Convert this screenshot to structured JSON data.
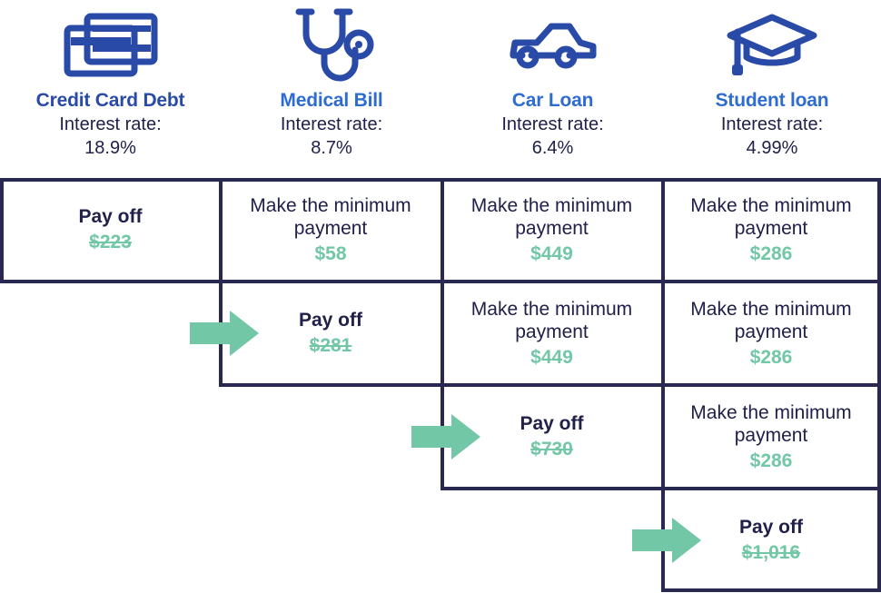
{
  "colors": {
    "accent_blue": "#2f6cd0",
    "dark_blue": "#2a4aa8",
    "navy_text": "#20204a",
    "green": "#72c7a7",
    "border": "#282850"
  },
  "headers": [
    {
      "icon": "credit-cards-icon",
      "title": "Credit Card Debt",
      "rate_label": "Interest rate:",
      "rate": "18.9%"
    },
    {
      "icon": "stethoscope-icon",
      "title": "Medical Bill",
      "rate_label": "Interest rate:",
      "rate": "8.7%"
    },
    {
      "icon": "car-icon",
      "title": "Car Loan",
      "rate_label": "Interest rate:",
      "rate": "6.4%"
    },
    {
      "icon": "graduation-cap-icon",
      "title": "Student loan",
      "rate_label": "Interest rate:",
      "rate": "4.99%"
    }
  ],
  "rows": [
    {
      "cells": [
        {
          "col": 0,
          "type": "payoff",
          "label": "Pay off",
          "amount": "$223",
          "struck": true
        },
        {
          "col": 1,
          "type": "minimum",
          "label": "Make the minimum payment",
          "amount": "$58",
          "struck": false
        },
        {
          "col": 2,
          "type": "minimum",
          "label": "Make the minimum payment",
          "amount": "$449",
          "struck": false
        },
        {
          "col": 3,
          "type": "minimum",
          "label": "Make the minimum payment",
          "amount": "$286",
          "struck": false
        }
      ]
    },
    {
      "cells": [
        {
          "col": 1,
          "type": "payoff",
          "label": "Pay off",
          "amount": "$281",
          "struck": true
        },
        {
          "col": 2,
          "type": "minimum",
          "label": "Make the minimum payment",
          "amount": "$449",
          "struck": false
        },
        {
          "col": 3,
          "type": "minimum",
          "label": "Make the minimum payment",
          "amount": "$286",
          "struck": false
        }
      ]
    },
    {
      "cells": [
        {
          "col": 2,
          "type": "payoff",
          "label": "Pay off",
          "amount": "$730",
          "struck": true
        },
        {
          "col": 3,
          "type": "minimum",
          "label": "Make the minimum payment",
          "amount": "$286",
          "struck": false
        }
      ]
    },
    {
      "cells": [
        {
          "col": 3,
          "type": "payoff",
          "label": "Pay off",
          "amount": "$1,016",
          "struck": true
        }
      ]
    }
  ],
  "arrows": [
    {
      "name": "arrow-to-medical-bill-payoff"
    },
    {
      "name": "arrow-to-car-loan-payoff"
    },
    {
      "name": "arrow-to-student-loan-payoff"
    }
  ]
}
